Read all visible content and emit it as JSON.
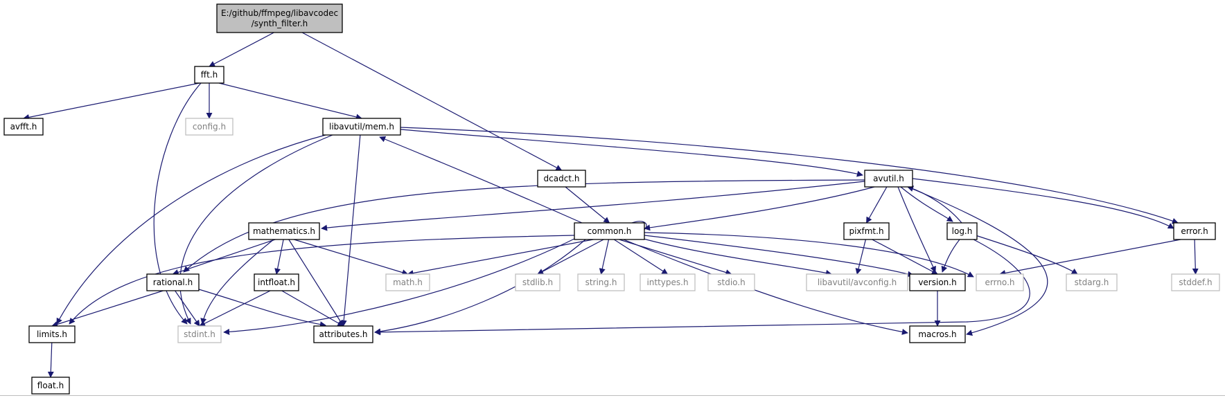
{
  "diagram": {
    "root": "E:/github/ffmpeg/libavcodec/synth_filter.h",
    "colors": {
      "root_fill": "#bfbfbf",
      "node_fill": "#ffffff",
      "node_border": "#000000",
      "external_border": "#bfbfbf",
      "external_text": "#808080",
      "edge": "#191970"
    },
    "nodes": [
      {
        "id": "synth_filter",
        "lines": [
          "E:/github/ffmpeg/libavcodec",
          "/synth_filter.h"
        ],
        "kind": "root"
      },
      {
        "id": "fft",
        "lines": [
          "fft.h"
        ],
        "kind": "local"
      },
      {
        "id": "avfft",
        "lines": [
          "avfft.h"
        ],
        "kind": "local"
      },
      {
        "id": "config",
        "lines": [
          "config.h"
        ],
        "kind": "external"
      },
      {
        "id": "mem",
        "lines": [
          "libavutil/mem.h"
        ],
        "kind": "local"
      },
      {
        "id": "dcadct",
        "lines": [
          "dcadct.h"
        ],
        "kind": "local"
      },
      {
        "id": "avutil",
        "lines": [
          "avutil.h"
        ],
        "kind": "local"
      },
      {
        "id": "mathematics",
        "lines": [
          "mathematics.h"
        ],
        "kind": "local"
      },
      {
        "id": "common",
        "lines": [
          "common.h"
        ],
        "kind": "local"
      },
      {
        "id": "pixfmt",
        "lines": [
          "pixfmt.h"
        ],
        "kind": "local"
      },
      {
        "id": "log",
        "lines": [
          "log.h"
        ],
        "kind": "local"
      },
      {
        "id": "error",
        "lines": [
          "error.h"
        ],
        "kind": "local"
      },
      {
        "id": "rational",
        "lines": [
          "rational.h"
        ],
        "kind": "local"
      },
      {
        "id": "intfloat",
        "lines": [
          "intfloat.h"
        ],
        "kind": "local"
      },
      {
        "id": "math",
        "lines": [
          "math.h"
        ],
        "kind": "external"
      },
      {
        "id": "stdlib",
        "lines": [
          "stdlib.h"
        ],
        "kind": "external"
      },
      {
        "id": "string",
        "lines": [
          "string.h"
        ],
        "kind": "external"
      },
      {
        "id": "inttypes",
        "lines": [
          "inttypes.h"
        ],
        "kind": "external"
      },
      {
        "id": "stdio",
        "lines": [
          "stdio.h"
        ],
        "kind": "external"
      },
      {
        "id": "avconfig",
        "lines": [
          "libavutil/avconfig.h"
        ],
        "kind": "external"
      },
      {
        "id": "version",
        "lines": [
          "version.h"
        ],
        "kind": "local"
      },
      {
        "id": "errno",
        "lines": [
          "errno.h"
        ],
        "kind": "external"
      },
      {
        "id": "stdarg",
        "lines": [
          "stdarg.h"
        ],
        "kind": "external"
      },
      {
        "id": "stddef",
        "lines": [
          "stddef.h"
        ],
        "kind": "external"
      },
      {
        "id": "limits",
        "lines": [
          "limits.h"
        ],
        "kind": "local"
      },
      {
        "id": "stdint",
        "lines": [
          "stdint.h"
        ],
        "kind": "external"
      },
      {
        "id": "attributes",
        "lines": [
          "attributes.h"
        ],
        "kind": "local"
      },
      {
        "id": "macros",
        "lines": [
          "macros.h"
        ],
        "kind": "local"
      },
      {
        "id": "float",
        "lines": [
          "float.h"
        ],
        "kind": "local"
      }
    ],
    "edges": [
      [
        "synth_filter",
        "fft"
      ],
      [
        "synth_filter",
        "dcadct"
      ],
      [
        "fft",
        "avfft"
      ],
      [
        "fft",
        "config"
      ],
      [
        "fft",
        "mem"
      ],
      [
        "fft",
        "stdint"
      ],
      [
        "mem",
        "avutil"
      ],
      [
        "mem",
        "error"
      ],
      [
        "mem",
        "limits"
      ],
      [
        "mem",
        "stdint"
      ],
      [
        "mem",
        "attributes"
      ],
      [
        "dcadct",
        "common"
      ],
      [
        "avutil",
        "common"
      ],
      [
        "avutil",
        "mathematics"
      ],
      [
        "avutil",
        "rational"
      ],
      [
        "avutil",
        "pixfmt"
      ],
      [
        "avutil",
        "log"
      ],
      [
        "avutil",
        "error"
      ],
      [
        "avutil",
        "version"
      ],
      [
        "avutil",
        "macros"
      ],
      [
        "common",
        "mem"
      ],
      [
        "common",
        "common"
      ],
      [
        "common",
        "limits"
      ],
      [
        "common",
        "math"
      ],
      [
        "common",
        "stdlib"
      ],
      [
        "common",
        "string"
      ],
      [
        "common",
        "inttypes"
      ],
      [
        "common",
        "stdio"
      ],
      [
        "common",
        "avconfig"
      ],
      [
        "common",
        "version"
      ],
      [
        "common",
        "errno"
      ],
      [
        "common",
        "stdint"
      ],
      [
        "common",
        "attributes"
      ],
      [
        "common",
        "macros"
      ],
      [
        "mathematics",
        "rational"
      ],
      [
        "mathematics",
        "intfloat"
      ],
      [
        "mathematics",
        "math"
      ],
      [
        "mathematics",
        "stdint"
      ],
      [
        "mathematics",
        "attributes"
      ],
      [
        "rational",
        "limits"
      ],
      [
        "rational",
        "stdint"
      ],
      [
        "rational",
        "attributes"
      ],
      [
        "intfloat",
        "stdint"
      ],
      [
        "intfloat",
        "attributes"
      ],
      [
        "pixfmt",
        "avconfig"
      ],
      [
        "pixfmt",
        "version"
      ],
      [
        "log",
        "avutil"
      ],
      [
        "log",
        "version"
      ],
      [
        "log",
        "stdarg"
      ],
      [
        "log",
        "attributes"
      ],
      [
        "error",
        "errno"
      ],
      [
        "error",
        "stddef"
      ],
      [
        "version",
        "macros"
      ],
      [
        "limits",
        "float"
      ]
    ]
  }
}
